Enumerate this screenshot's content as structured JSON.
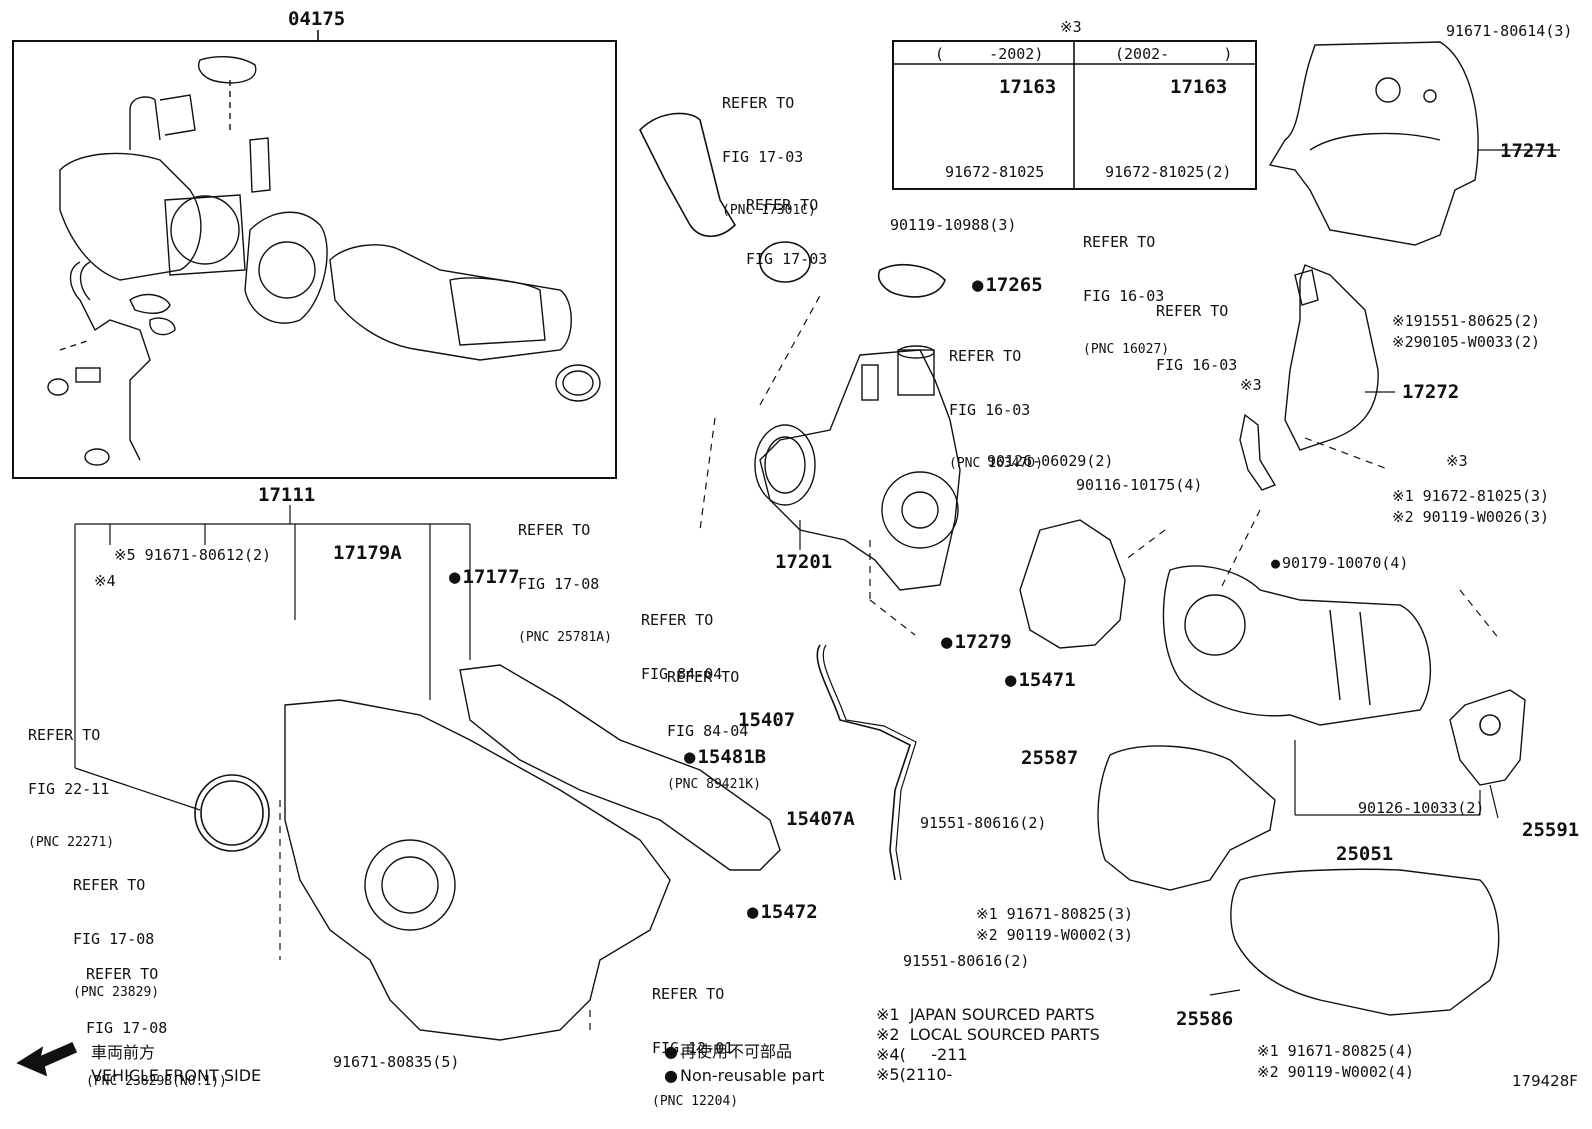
{
  "diagram_id": "179428F",
  "assembly": {
    "code": "04175",
    "top_label": "17111"
  },
  "variant_table": {
    "mark": "※3",
    "col1": "(     -2002)",
    "col2": "(2002-      )",
    "col1_part": "17163",
    "col1_bolt": "91672-81025",
    "col2_part": "17163",
    "col2_bolt": "91672-81025(2)"
  },
  "refs": {
    "r1703a": {
      "l1": "REFER TO",
      "l2": "FIG 17-03",
      "pnc": "(PNC 17301C)"
    },
    "r1703b": {
      "l1": "REFER TO",
      "l2": "FIG 17-03"
    },
    "r1603a": {
      "l1": "REFER TO",
      "l2": "FIG 16-03",
      "pnc": "(PNC 16027)"
    },
    "r1603b": {
      "l1": "REFER TO",
      "l2": "FIG 16-03"
    },
    "r1603c": {
      "l1": "REFER TO",
      "l2": "FIG 16-03",
      "pnc": "(PNC 16347D)"
    },
    "r1708a": {
      "l1": "REFER TO",
      "l2": "FIG 17-08",
      "pnc": "(PNC 25781A)"
    },
    "r8404a": {
      "l1": "REFER TO",
      "l2": "FIG 84-04"
    },
    "r8404b": {
      "l1": "REFER TO",
      "l2": "FIG 84-04",
      "pnc": "(PNC 89421K)"
    },
    "r2211": {
      "l1": "REFER TO",
      "l2": "FIG 22-11",
      "pnc": "(PNC 22271)"
    },
    "r1708b": {
      "l1": "REFER TO",
      "l2": "FIG 17-08",
      "pnc": "(PNC 23829)"
    },
    "r1708c": {
      "l1": "REFER TO",
      "l2": "FIG 17-08",
      "pnc": "(PNC 23829B(NO.1))"
    },
    "r1201": {
      "l1": "REFER TO",
      "l2": "FIG 12-01",
      "pnc": "(PNC 12204)"
    }
  },
  "parts": {
    "p91671_80614": "91671-80614(3)",
    "p17271": "17271",
    "p90119_10988": "90119-10988(3)",
    "p17265": "17265",
    "p17272": "17272",
    "p91551_80625": "※191551-80625(2)",
    "p90105_w0033": "※290105-W0033(2)",
    "m3a": "※3",
    "m3b": "※3",
    "p90126_06029": "90126-06029(2)",
    "p90116_10175": "90116-10175(4)",
    "p91672_81025_3": "※1 91672-81025(3)",
    "p90119_w0026": "※2 90119-W0026(3)",
    "p17201": "17201",
    "p90179_10070": "90179-10070(4)",
    "p91671_80612": "※5 91671-80612(2)",
    "m4": "※4",
    "p17179a": "17179A",
    "p17177": "17177",
    "p17279": "17279",
    "p15471": "15471",
    "p15407": "15407",
    "p15481b": "15481B",
    "p15407a": "15407A",
    "p25587": "25587",
    "p91551_80616a": "91551-80616(2)",
    "p90126_10033": "90126-10033(2)",
    "p25591": "25591",
    "p25051": "25051",
    "p15472": "15472",
    "p91671_80825_3": "※1 91671-80825(3)",
    "p90119_w0002_3": "※2 90119-W0002(3)",
    "p91551_80616b": "91551-80616(2)",
    "p25586": "25586",
    "p91671_80835": "91671-80835(5)",
    "p91671_80825_4": "※1 91671-80825(4)",
    "p90119_w0002_4": "※2 90119-W0002(4)"
  },
  "notes": {
    "n1": "※1  JAPAN SOURCED PARTS",
    "n2": "※2  LOCAL SOURCED PARTS",
    "n4": "※4(     -211",
    "n5": "※5(2110-",
    "nr_jp": "再使用不可部品",
    "nr_en": "Non-reusable part"
  },
  "front": {
    "jp": "車両前方",
    "en": "VEHICLE FRONT SIDE"
  }
}
